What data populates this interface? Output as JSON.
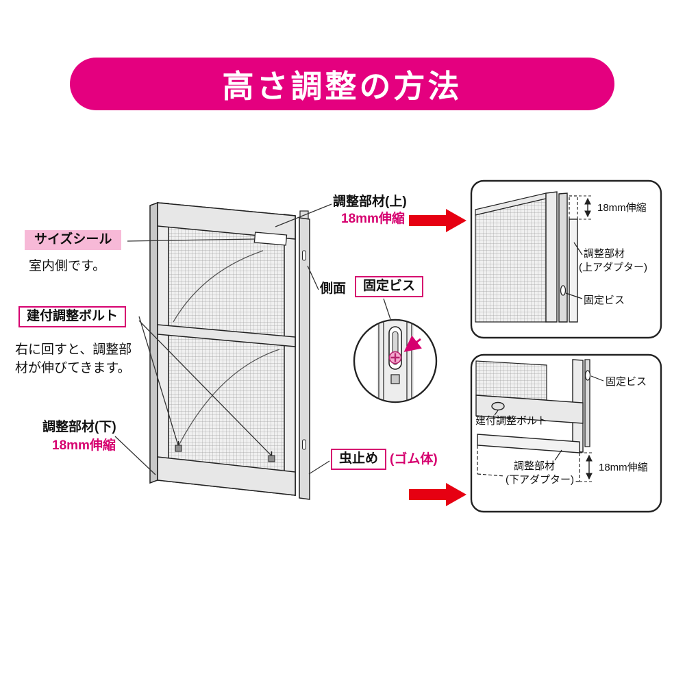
{
  "title": "高さ調整の方法",
  "colors": {
    "banner": "#e4007f",
    "accent": "#d6006f",
    "pink_fill": "#f7b9d7",
    "arrow_red": "#e60012"
  },
  "main_diagram": {
    "adjust_top": "調整部材(上)",
    "adjust_top_range": "18mm伸縮",
    "size_seal": "サイズシール",
    "indoor_note": "室内側です。",
    "adjust_bolt": "建付調整ボルト",
    "bolt_note_1": "右に回すと、調整部",
    "bolt_note_2": "材が伸びてきます。",
    "adjust_bottom": "調整部材(下)",
    "adjust_bottom_range": "18mm伸縮",
    "side": "側面",
    "fixing_screw": "固定ビス",
    "insect_stop": "虫止め",
    "rubber_body": "(ゴム体)"
  },
  "detail_top": {
    "range": "18mm伸縮",
    "adapter_1": "調整部材",
    "adapter_2": "(上アダプター)",
    "fixing_screw": "固定ビス"
  },
  "detail_bottom": {
    "fixing_screw": "固定ビス",
    "adjust_bolt": "建付調整ボルト",
    "adapter_1": "調整部材",
    "adapter_2": "(下アダプター)",
    "range": "18mm伸縮"
  }
}
